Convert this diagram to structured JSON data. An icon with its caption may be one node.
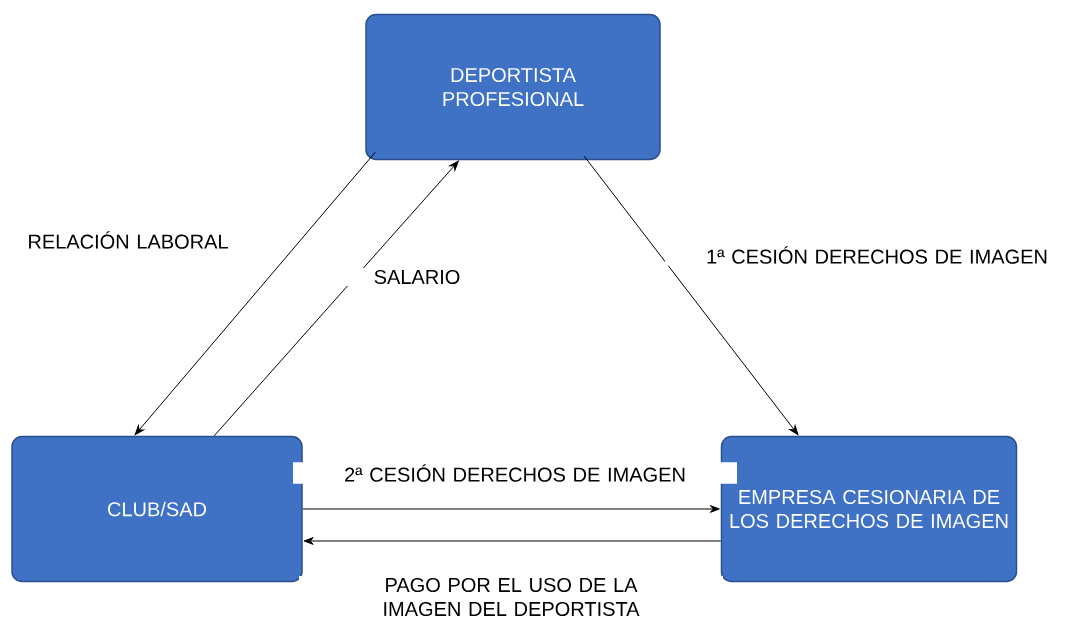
{
  "diagram": {
    "nodes": [
      {
        "text": [
          "DEPORTISTA PROFESIONAL"
        ]
      },
      {
        "text": [
          "CLUB/SAD"
        ]
      },
      {
        "text": [
          "EMPRESA CESIONARIA DE LOS DERECHOS DE IMAGEN"
        ]
      }
    ],
    "edges": [
      {
        "from": 0,
        "to": 1,
        "arrow": "to",
        "label": "RELACIÓN LABORAL"
      },
      {
        "from": 1,
        "to": 0,
        "arrow": "to",
        "label": "SALARIO"
      },
      {
        "from": 0,
        "to": 2,
        "arrow": "to",
        "label": "1ª CESIÓN DERECHOS DE IMAGEN"
      },
      {
        "from": 1,
        "to": 2,
        "arrow": "to",
        "label": "2ª CESIÓN DERECHOS DE IMAGEN"
      },
      {
        "from": 2,
        "to": 1,
        "arrow": "to",
        "label": "PAGO POR EL USO DE LA IMAGEN DEL DEPORTISTA"
      }
    ]
  }
}
